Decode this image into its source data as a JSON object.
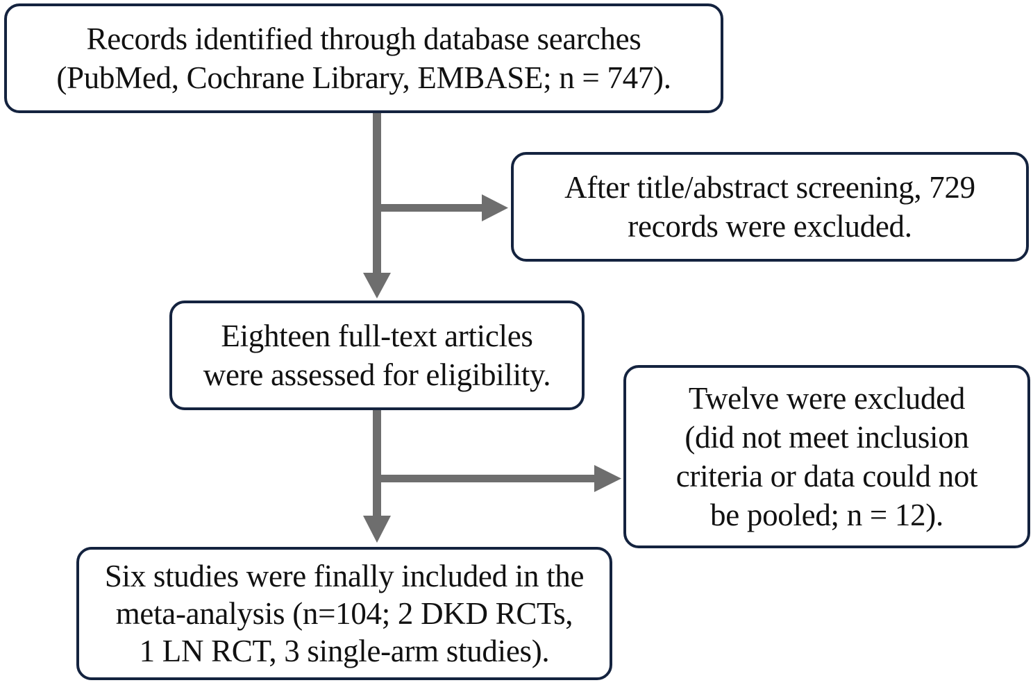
{
  "flowchart": {
    "identified": {
      "lines": [
        "Records identified through database searches",
        "(PubMed, Cochrane Library, EMBASE; n = 747)."
      ]
    },
    "screening_excluded": {
      "lines": [
        "After title/abstract screening, 729",
        "records were excluded."
      ]
    },
    "full_text": {
      "lines": [
        "Eighteen full-text articles",
        "were assessed for eligibility."
      ]
    },
    "full_text_excluded": {
      "lines": [
        "Twelve were excluded",
        "(did not meet inclusion",
        "criteria or data could not",
        "be pooled; n = 12)."
      ]
    },
    "included": {
      "lines": [
        "Six studies were finally included in the",
        "meta-analysis (n=104; 2 DKD RCTs,",
        "1 LN RCT, 3 single-arm studies)."
      ]
    }
  },
  "colors": {
    "box_border": "#14233f",
    "arrow": "#6e6e6e",
    "text": "#111111"
  }
}
